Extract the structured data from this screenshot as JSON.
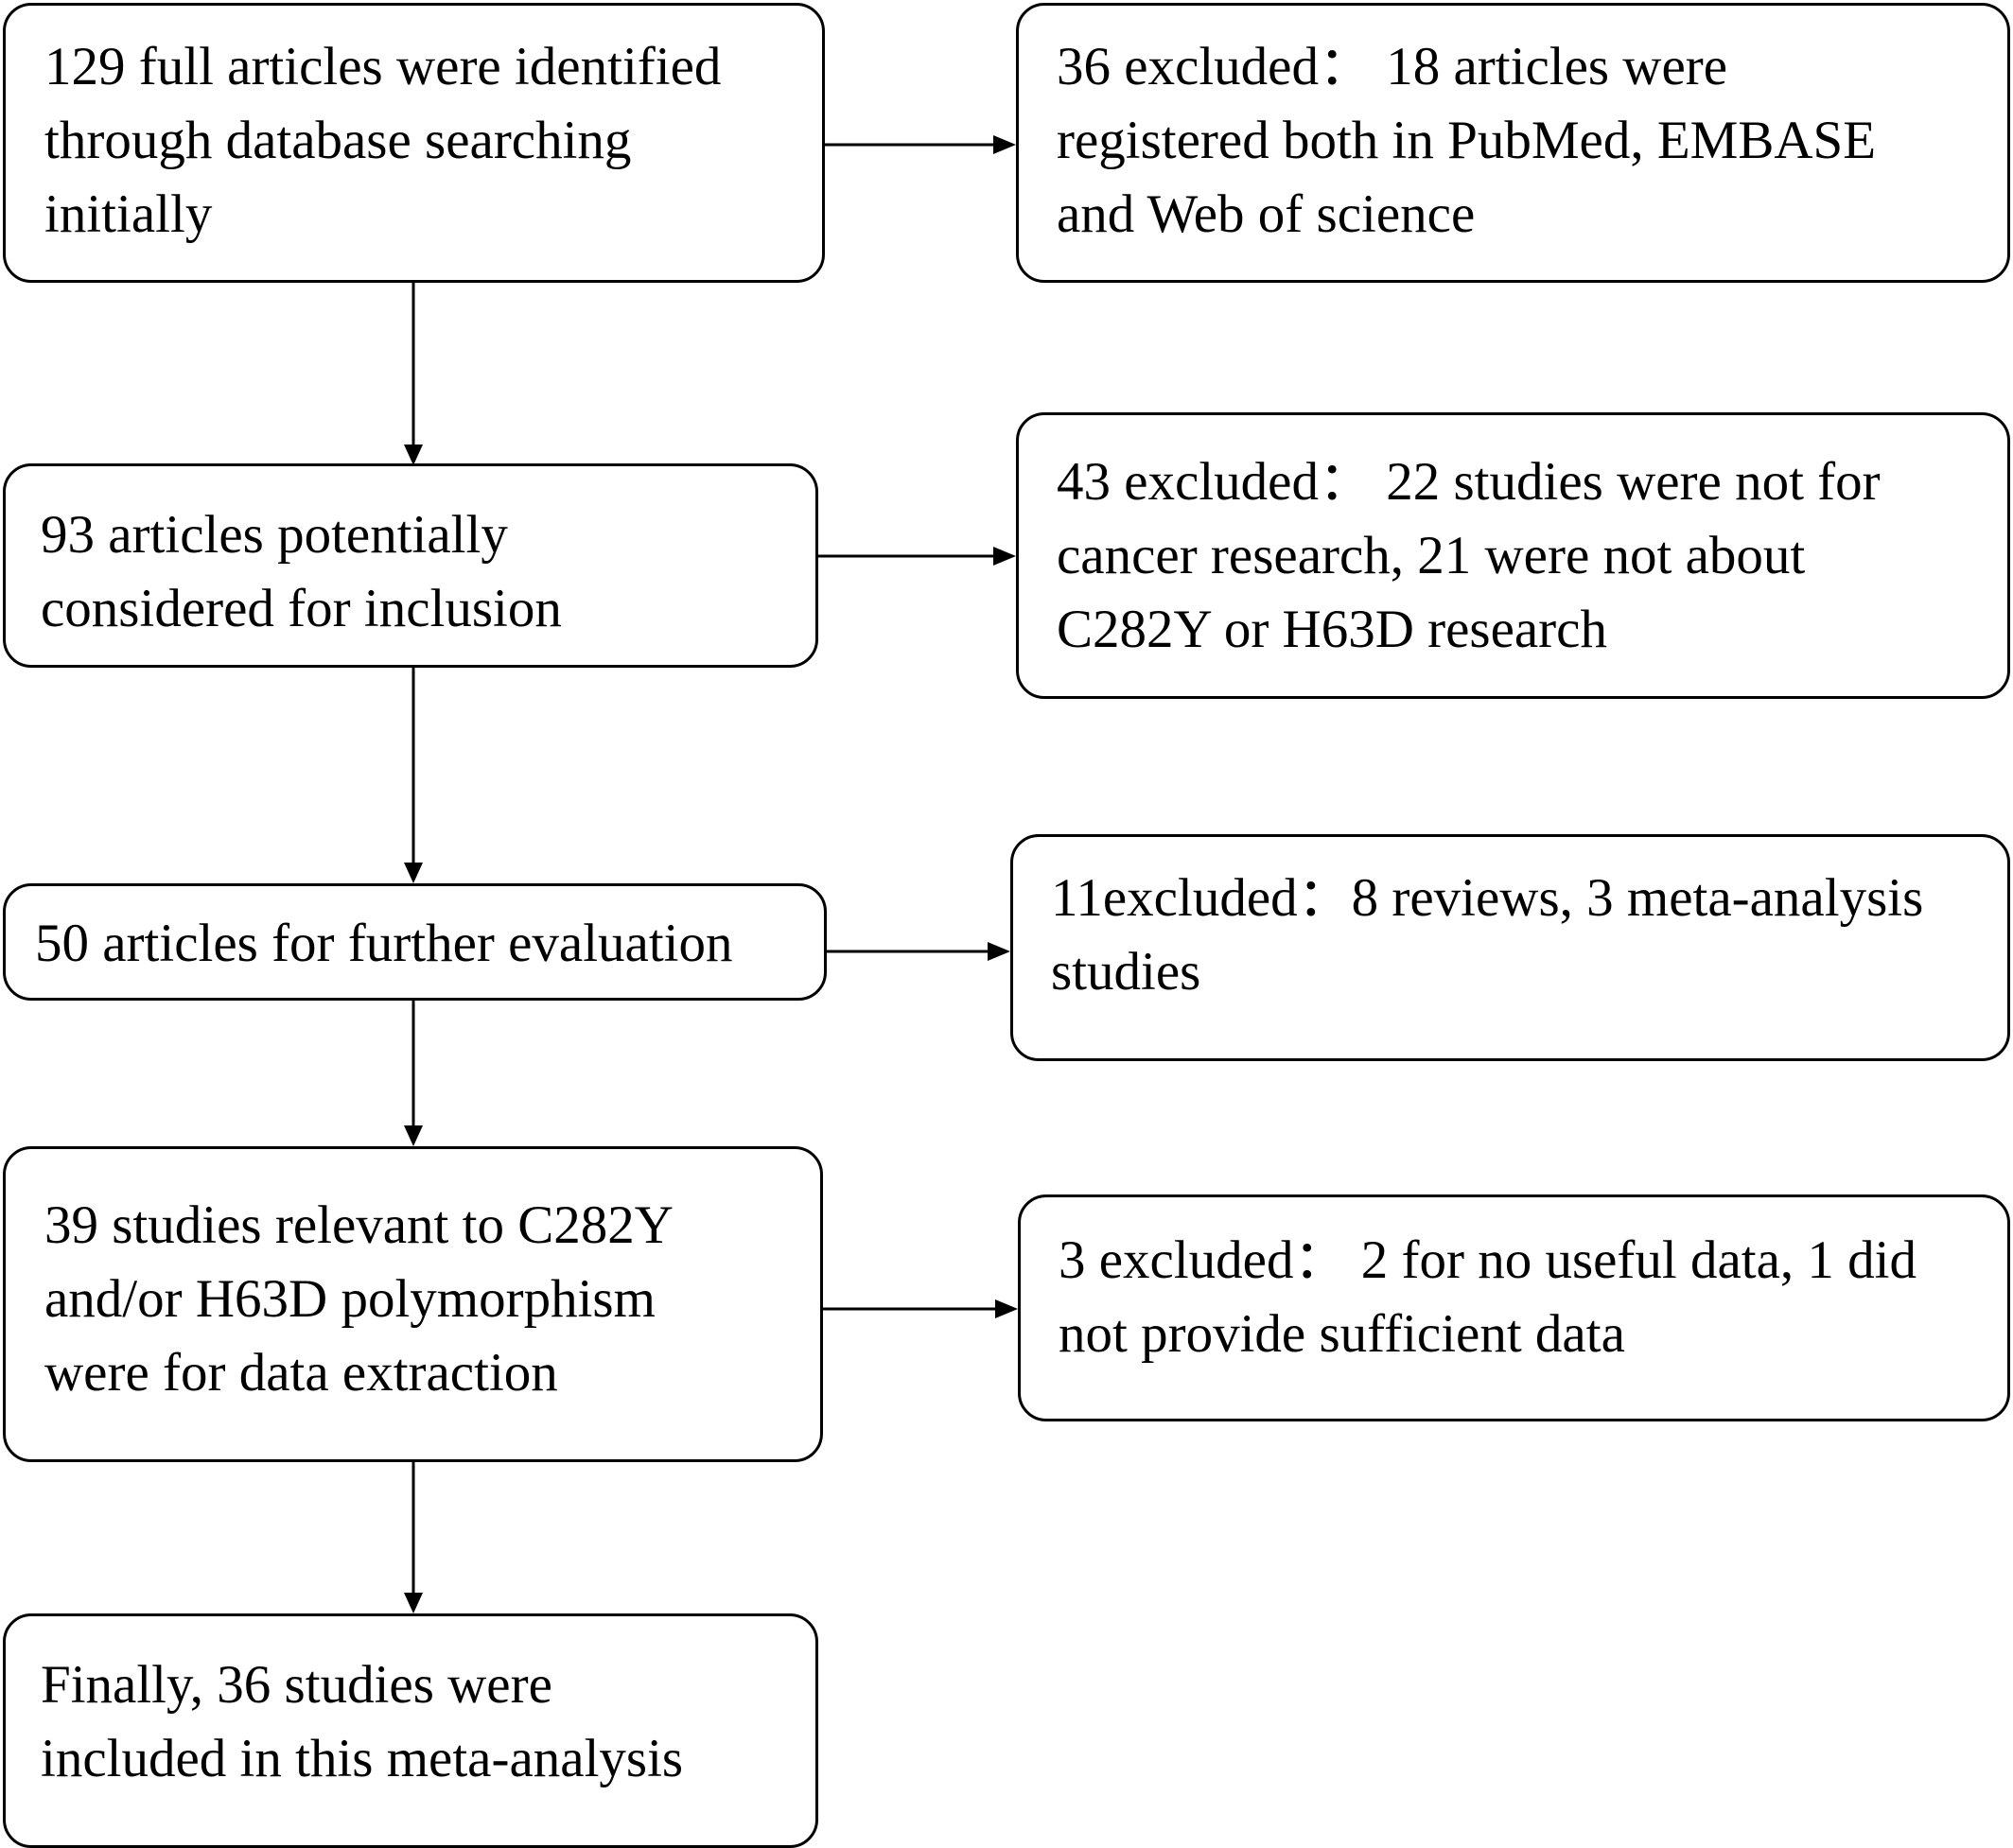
{
  "flow": {
    "steps": [
      {
        "lines": [
          "129 full articles were identified",
          "through database searching",
          "initially"
        ]
      },
      {
        "lines": [
          "93 articles potentially",
          "considered for inclusion"
        ]
      },
      {
        "lines": [
          "50 articles for further evaluation"
        ]
      },
      {
        "lines": [
          "39 studies relevant to C282Y",
          "and/or H63D polymorphism",
          "were for data extraction"
        ]
      },
      {
        "lines": [
          "Finally, 36 studies were",
          "included in this meta-analysis"
        ]
      }
    ],
    "exclusions": [
      {
        "lines": [
          "36 excluded： 18 articles were",
          "registered both in PubMed, EMBASE",
          "and Web of science"
        ]
      },
      {
        "lines": [
          "43 excluded： 22 studies were not for",
          "cancer research, 21 were not about",
          "C282Y or H63D research"
        ]
      },
      {
        "lines": [
          "11excluded：8 reviews, 3 meta-analysis",
          "studies"
        ]
      },
      {
        "lines": [
          "3 excluded： 2 for no useful data, 1 did",
          "not provide sufficient data"
        ]
      }
    ]
  }
}
